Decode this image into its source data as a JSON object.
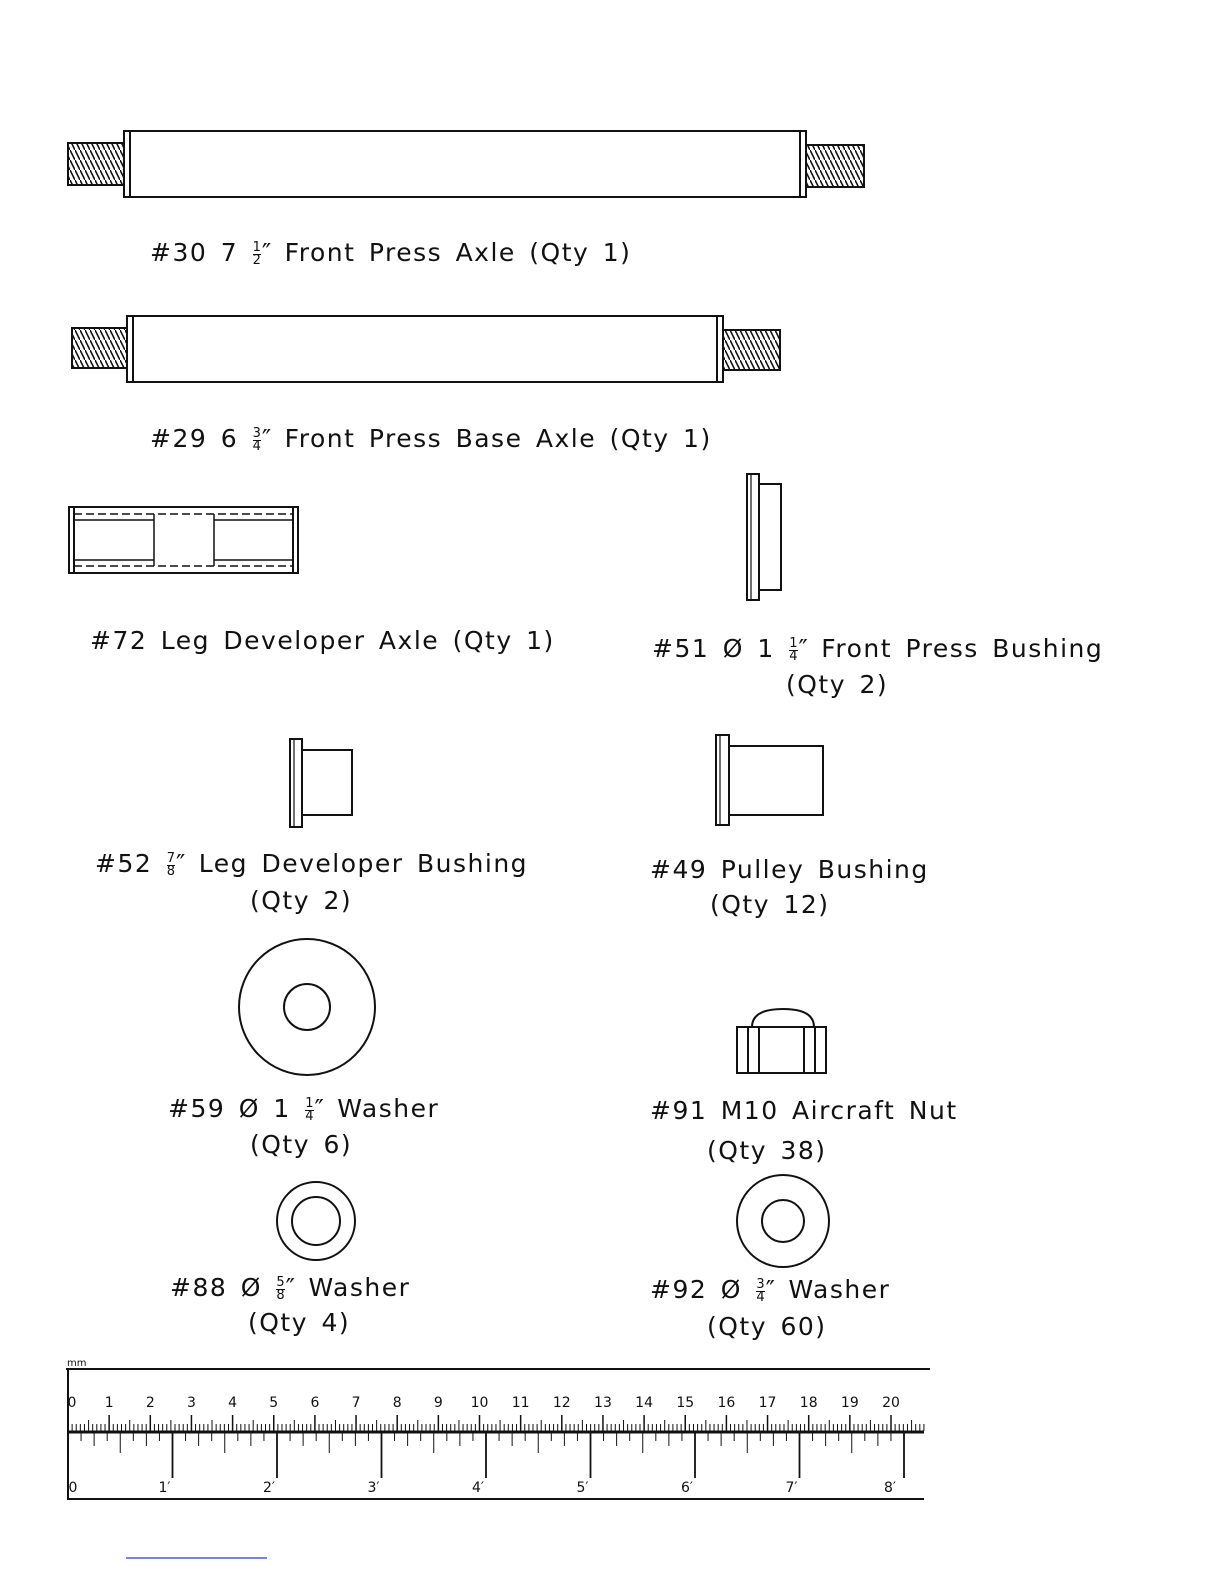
{
  "parts": {
    "p30": {
      "number": "#30",
      "size_whole": "7",
      "frac_num": "1",
      "frac_den": "2",
      "suffix": "″",
      "name": "Front Press Axle",
      "qty": "(Qty 1)"
    },
    "p29": {
      "number": "#29",
      "size_whole": "6",
      "frac_num": "3",
      "frac_den": "4",
      "suffix": "″",
      "name": "Front Press Base Axle",
      "qty": "(Qty 1)"
    },
    "p72": {
      "number": "#72",
      "name": "Leg Developer Axle",
      "qty": "(Qty 1)"
    },
    "p51": {
      "number": "#51",
      "dia_symbol": "Ø",
      "size_whole": "1",
      "frac_num": "1",
      "frac_den": "4",
      "suffix": "″",
      "name": "Front Press Bushing",
      "qty": "(Qty 2)"
    },
    "p52": {
      "number": "#52",
      "frac_num": "7",
      "frac_den": "8",
      "suffix": "″",
      "name": "Leg Developer Bushing",
      "qty": "(Qty 2)"
    },
    "p49": {
      "number": "#49",
      "name": "Pulley Bushing",
      "qty": "(Qty 12)"
    },
    "p59": {
      "number": "#59",
      "dia_symbol": "Ø",
      "size_whole": "1",
      "frac_num": "1",
      "frac_den": "4",
      "suffix": "″",
      "name": "Washer",
      "qty": "(Qty 6)"
    },
    "p91": {
      "number": "#91",
      "name": "M10 Aircraft Nut",
      "qty": "(Qty 38)"
    },
    "p88": {
      "number": "#88",
      "dia_symbol": "Ø",
      "frac_num": "5",
      "frac_den": "8",
      "suffix": "″",
      "name": "Washer",
      "qty": "(Qty 4)"
    },
    "p92": {
      "number": "#92",
      "dia_symbol": "Ø",
      "frac_num": "3",
      "frac_den": "4",
      "suffix": "″",
      "name": "Washer",
      "qty": "(Qty 60)"
    }
  },
  "ruler": {
    "metric_unit": "mm",
    "cm_labels": [
      "0",
      "1",
      "2",
      "3",
      "4",
      "5",
      "6",
      "7",
      "8",
      "9",
      "10",
      "11",
      "12",
      "13",
      "14",
      "15",
      "16",
      "17",
      "18",
      "19",
      "20"
    ],
    "inch_labels": [
      "0",
      "1′",
      "2′",
      "3′",
      "4′",
      "5′",
      "6′",
      "7′",
      "8′"
    ]
  },
  "colors": {
    "ink": "#111111",
    "paper": "#ffffff",
    "link_underline": "#4a5fd0"
  }
}
